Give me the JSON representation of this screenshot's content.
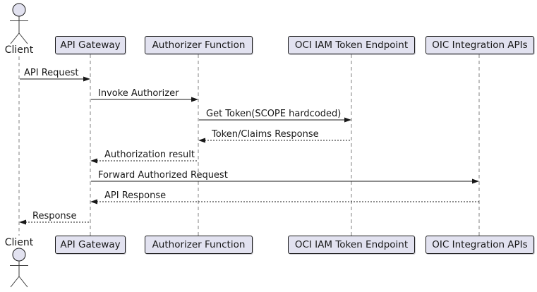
{
  "diagram": {
    "type": "sequence",
    "actor": {
      "label": "Client"
    },
    "participants": [
      {
        "label": "API Gateway"
      },
      {
        "label": "Authorizer Function"
      },
      {
        "label": "OCI IAM Token Endpoint"
      },
      {
        "label": "OIC Integration APIs"
      }
    ],
    "messages": [
      {
        "from": "Client",
        "to": "API Gateway",
        "label": "API Request",
        "line": "solid",
        "direction": "right"
      },
      {
        "from": "API Gateway",
        "to": "Authorizer Function",
        "label": "Invoke Authorizer",
        "line": "solid",
        "direction": "right"
      },
      {
        "from": "Authorizer Function",
        "to": "OCI IAM Token Endpoint",
        "label": "Get Token(SCOPE hardcoded)",
        "line": "solid",
        "direction": "right"
      },
      {
        "from": "OCI IAM Token Endpoint",
        "to": "Authorizer Function",
        "label": "Token/Claims Response",
        "line": "dashed",
        "direction": "left"
      },
      {
        "from": "Authorizer Function",
        "to": "API Gateway",
        "label": "Authorization result",
        "line": "dashed",
        "direction": "left"
      },
      {
        "from": "API Gateway",
        "to": "OIC Integration APIs",
        "label": "Forward Authorized Request",
        "line": "solid",
        "direction": "right"
      },
      {
        "from": "OIC Integration APIs",
        "to": "API Gateway",
        "label": "API Response",
        "line": "dashed",
        "direction": "left"
      },
      {
        "from": "API Gateway",
        "to": "Client",
        "label": "Response",
        "line": "dashed",
        "direction": "left"
      }
    ],
    "colors": {
      "participant_fill": "#E2E2F0",
      "participant_border": "#181818",
      "lifeline": "#808080",
      "message_line": "#181818",
      "text": "#181818",
      "background": "#FFFFFF"
    }
  }
}
